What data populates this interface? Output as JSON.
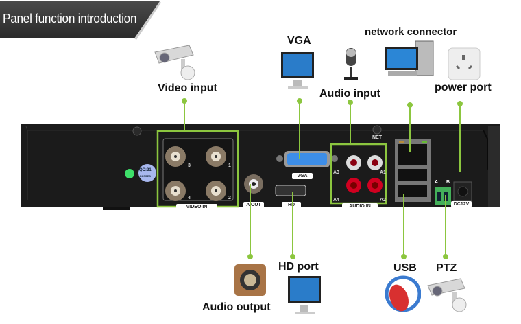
{
  "banner": {
    "title": "Panel function introduction"
  },
  "labels": {
    "video_input": "Video input",
    "vga": "VGA",
    "audio_input": "Audio input",
    "network_connector": "network connector",
    "power_port": "power port",
    "audio_output": "Audio output",
    "hd_port": "HD port",
    "usb": "USB",
    "ptz": "PTZ"
  },
  "panel": {
    "video_in_label": "VIDEO IN",
    "aout_label": "A OUT",
    "vga_label": "VGA",
    "hd_label": "HD",
    "audio_in_label": "AUDIO IN",
    "net_label": "NET",
    "dc_label": "DC12V",
    "ptz_a": "A",
    "ptz_b": "B",
    "qc_sticker_top": "QC:21",
    "qc_sticker_bottom": "PASSED",
    "video_ports": [
      "3",
      "1",
      "4",
      "2"
    ],
    "audio_ports": [
      "A3",
      "A1",
      "A4",
      "A2"
    ]
  },
  "colors": {
    "accent_green": "#8cc63f",
    "panel_black": "#1b1b1b",
    "banner_dark": "#3a3a3a"
  }
}
